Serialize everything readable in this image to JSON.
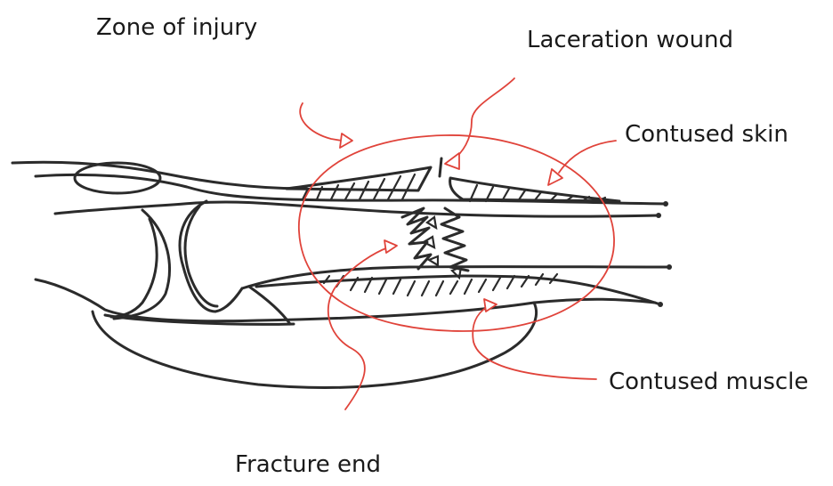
{
  "labels": {
    "zone_of_injury": "Zone of injury",
    "laceration_wound": "Laceration wound",
    "contused_skin": "Contused skin",
    "contused_muscle": "Contused muscle",
    "fracture_end": "Fracture end"
  },
  "colors": {
    "ink": "#2b2b2b",
    "annotation": "#e0433a",
    "background": "#ffffff"
  }
}
